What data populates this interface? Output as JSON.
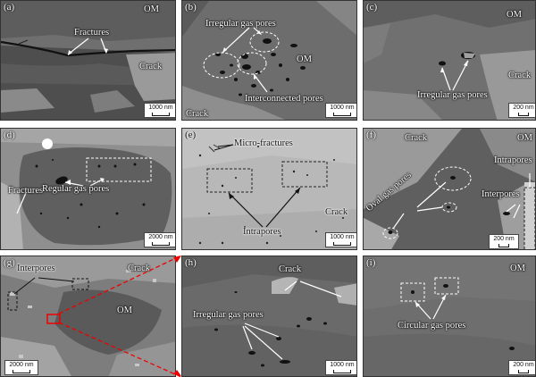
{
  "panels": {
    "a": {
      "label": "(a)",
      "labels": {
        "om": "OM",
        "fractures": "Fractures",
        "crack": "Crack"
      },
      "scale": "1000 nm"
    },
    "b": {
      "label": "(b)",
      "labels": {
        "irregular": "Irregular gas pores",
        "om": "OM",
        "interconnected": "Interconnected pores",
        "crack": "Crack"
      },
      "scale": "1000 nm"
    },
    "c": {
      "label": "(c)",
      "labels": {
        "om": "OM",
        "crack": "Crack",
        "irregular": "Irregular gas pores"
      },
      "scale": "200 nm"
    },
    "d": {
      "label": "(d)",
      "labels": {
        "fractures": "Fractures",
        "regular": "Regular gas pores"
      },
      "scale": "2000 nm"
    },
    "e": {
      "label": "(e)",
      "labels": {
        "microfractures": "Micro-fractures",
        "crack": "Crack",
        "intrapores": "Intrapores"
      },
      "scale": "1000 nm"
    },
    "f": {
      "label": "(f)",
      "labels": {
        "crack": "Crack",
        "om": "OM",
        "intrapores": "Intrapores",
        "interpores": "Interpores",
        "oval": "Oval gas pores"
      },
      "scale": "200 nm"
    },
    "g": {
      "label": "(g)",
      "labels": {
        "interpores": "Interpores",
        "crack": "Crack",
        "om": "OM"
      },
      "scale": "2000 nm"
    },
    "h": {
      "label": "(h)",
      "labels": {
        "crack": "Crack",
        "irregular": "Irregular gas pores"
      },
      "scale": "1000 nm"
    },
    "i": {
      "label": "(i)",
      "labels": {
        "om": "OM",
        "circular": "Circular gas pores"
      },
      "scale": "200 nm"
    }
  }
}
